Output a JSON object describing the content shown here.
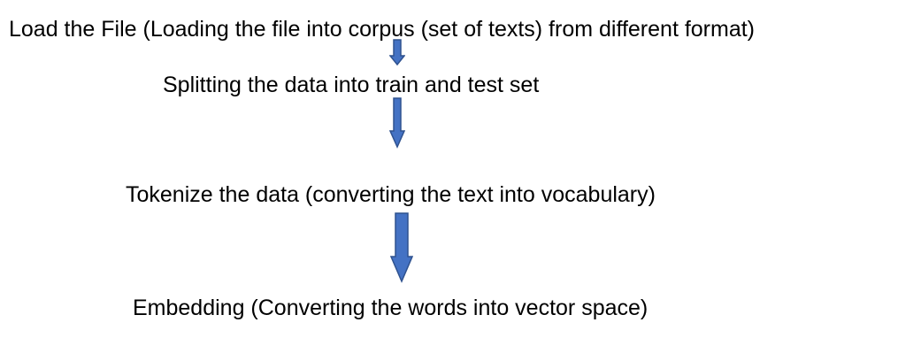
{
  "flow": {
    "steps": [
      {
        "label": "Load the File (Loading the file into corpus (set of texts) from different format)"
      },
      {
        "label": "Splitting the data into train and test set"
      },
      {
        "label": "Tokenize the data (converting the text into vocabulary)"
      },
      {
        "label": "Embedding (Converting the words into vector space)"
      }
    ],
    "colors": {
      "arrow_fill": "#4472C4",
      "arrow_stroke": "#2F528F",
      "text": "#000000"
    },
    "icons": {
      "connector": "arrow-down-icon"
    }
  }
}
